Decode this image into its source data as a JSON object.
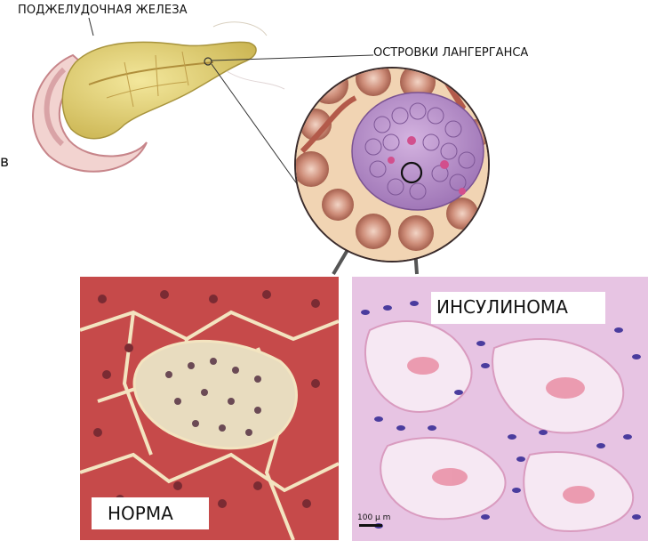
{
  "labels": {
    "pancreas": "ПОДЖЕЛУДОЧНАЯ ЖЕЛЕЗА",
    "islets": "ОСТРОВКИ ЛАНГЕРГАНСА",
    "stray": "в"
  },
  "panels": {
    "normal": "НОРМА",
    "insulinoma": "ИНСУЛИНОМА",
    "scale": "100 μ m"
  },
  "colors": {
    "pancreas": "#e3d27a",
    "islet": "#b489c8",
    "acinar": "#c98b78",
    "normal_stain": "#c9504f",
    "insulinoma_stain": "#d9a9d9"
  }
}
